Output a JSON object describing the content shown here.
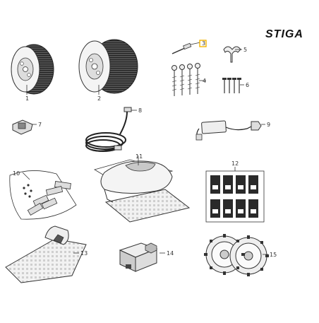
{
  "brand": {
    "name": "STIGA",
    "color": "#111111"
  },
  "callouts": [
    "1",
    "2",
    "3",
    "4",
    "5",
    "6",
    "7",
    "8",
    "9",
    "10",
    "11",
    "12",
    "13",
    "14",
    "15"
  ],
  "highlight_color": "#f2b400",
  "highlighted_callout": "3",
  "colors": {
    "line": "#333333",
    "light_fill": "#e6e6e6",
    "mid_fill": "#c8c8c8",
    "dark_fill": "#2a2a2a"
  }
}
